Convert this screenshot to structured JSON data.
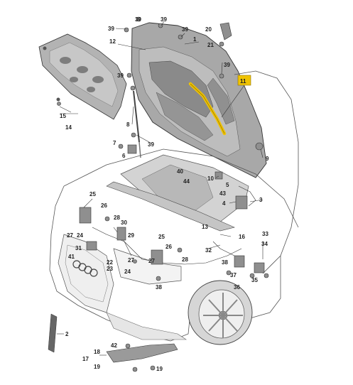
{
  "highlight": {
    "part": "11",
    "color": "#f0c300"
  },
  "colors": {
    "hood_shading": "#a8a8a8",
    "body_outline": "#6f6f6f",
    "part_gray": "#8f8f8f",
    "callout_fill": "#f0c300"
  },
  "callouts": {
    "c1": "1",
    "c2": "2",
    "c3": "3",
    "c4": "4",
    "c5": "5",
    "c6": "6",
    "c7": "7",
    "c8": "8",
    "c9": "9",
    "c10": "10",
    "c11": "11",
    "c12": "12",
    "c13": "13",
    "c14": "14",
    "c15": "15",
    "c16": "16",
    "c17": "17",
    "c18": "18",
    "c19a": "19",
    "c19b": "19",
    "c20": "20",
    "c21": "21",
    "c22": "22",
    "c23": "23",
    "c24a": "24",
    "c24b": "24",
    "c25a": "25",
    "c25b": "25",
    "c26a": "26",
    "c26b": "26",
    "c27a": "27",
    "c27b": "27",
    "c27c": "27",
    "c28a": "28",
    "c28b": "28",
    "c29": "29",
    "c30": "30",
    "c31": "31",
    "c32": "32",
    "c33": "33",
    "c34": "34",
    "c35": "35",
    "c36": "36",
    "c37": "37",
    "c38a": "38",
    "c38b": "38",
    "c39a": "39",
    "c39b": "39",
    "c39c": "39",
    "c39d": "39",
    "c39e": "39",
    "c39f": "39",
    "c39g": "39",
    "c40": "40",
    "c41": "41",
    "c42": "42",
    "c43": "43",
    "c44": "44"
  }
}
